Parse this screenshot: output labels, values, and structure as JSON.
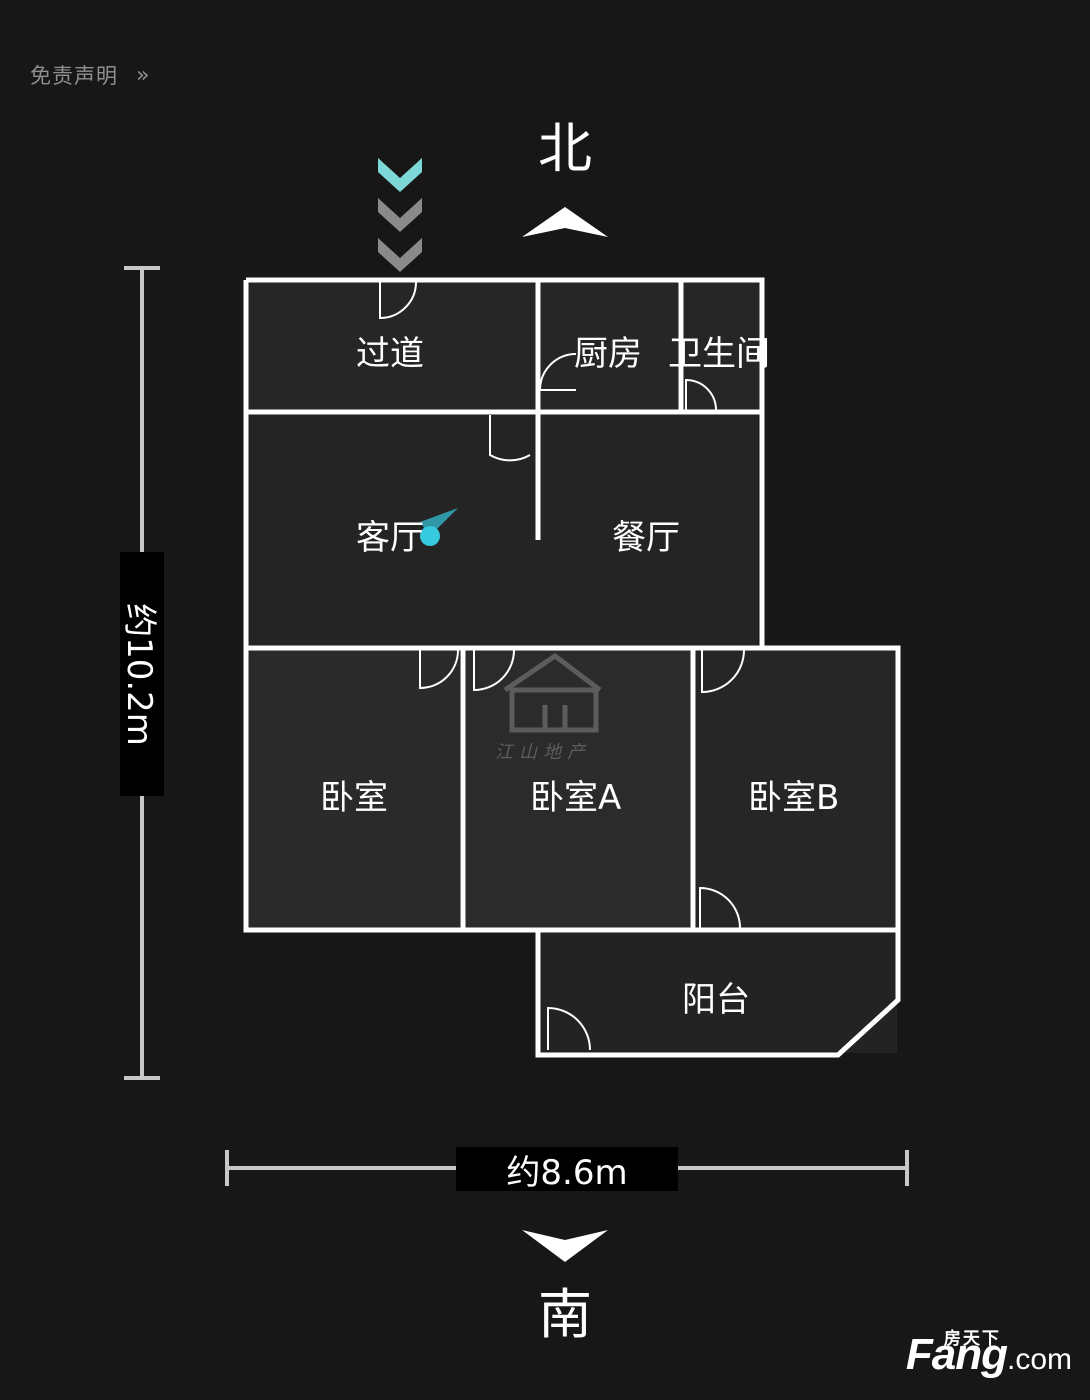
{
  "header": {
    "disclaimer_label": "免责声明",
    "disclaimer_chevron": "»"
  },
  "compass": {
    "north": "北",
    "south": "南"
  },
  "dimensions": {
    "width": "约8.6m",
    "height": "约10.2m"
  },
  "rooms": {
    "corridor": "过道",
    "kitchen": "厨房",
    "bathroom": "卫生间",
    "living_room": "客厅",
    "dining_room": "餐厅",
    "bedroom": "卧室",
    "bedroom_a": "卧室A",
    "bedroom_b": "卧室B",
    "balcony": "阳台"
  },
  "watermark": {
    "text": "江山地产"
  },
  "brand": {
    "top": "房天下",
    "main": "Fang",
    "suffix": ".com"
  },
  "colors": {
    "background": "#171717",
    "wall": "#ffffff",
    "accent_entry": "#7fd8d8",
    "marker": "#36c9e0"
  },
  "icons": {
    "entry": "entry-chevrons-icon",
    "north": "north-arrow-icon",
    "south": "south-arrow-icon",
    "position": "viewpoint-marker-icon"
  }
}
